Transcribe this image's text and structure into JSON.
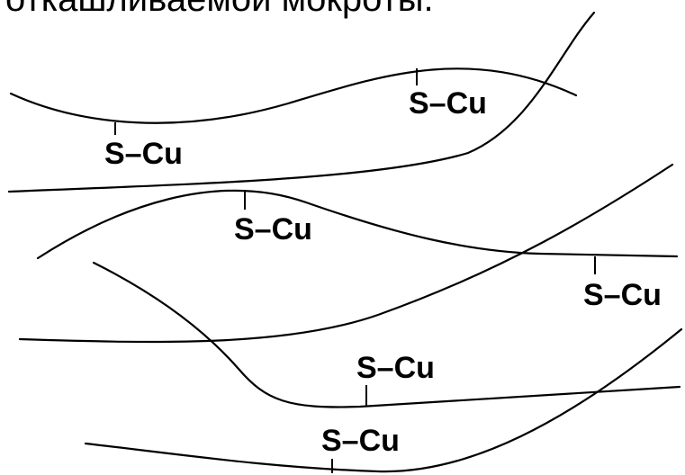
{
  "heading_fragment": "откашливаемой мокроты.",
  "bond_label": "S–Cu",
  "colors": {
    "background": "#ffffff",
    "ink": "#000000"
  },
  "crosslinks": [
    {
      "label": "S–Cu"
    },
    {
      "label": "S–Cu"
    },
    {
      "label": "S–Cu"
    },
    {
      "label": "S–Cu"
    },
    {
      "label": "S–Cu"
    },
    {
      "label": "S–Cu"
    }
  ]
}
